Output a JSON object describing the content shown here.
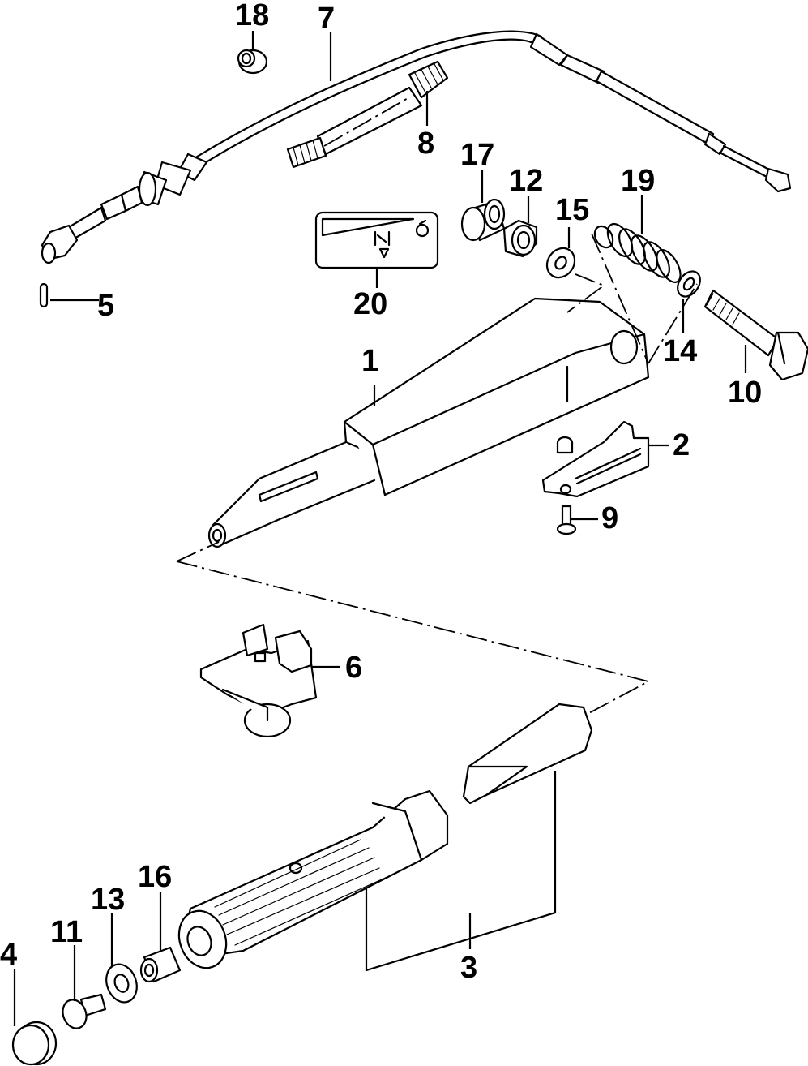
{
  "diagram": {
    "parts": [
      {
        "id": "p1",
        "number": "1"
      },
      {
        "id": "p2",
        "number": "2"
      },
      {
        "id": "p3",
        "number": "3"
      },
      {
        "id": "p4",
        "number": "4"
      },
      {
        "id": "p5",
        "number": "5"
      },
      {
        "id": "p6",
        "number": "6"
      },
      {
        "id": "p7",
        "number": "7"
      },
      {
        "id": "p8",
        "number": "8"
      },
      {
        "id": "p9",
        "number": "9"
      },
      {
        "id": "p10",
        "number": "10"
      },
      {
        "id": "p11",
        "number": "11"
      },
      {
        "id": "p12",
        "number": "12"
      },
      {
        "id": "p13",
        "number": "13"
      },
      {
        "id": "p14",
        "number": "14"
      },
      {
        "id": "p15",
        "number": "15"
      },
      {
        "id": "p16",
        "number": "16"
      },
      {
        "id": "p17",
        "number": "17"
      },
      {
        "id": "p18",
        "number": "18"
      },
      {
        "id": "p19",
        "number": "19"
      },
      {
        "id": "p20",
        "number": "20"
      }
    ],
    "line_color": "#000000",
    "background": "#ffffff"
  }
}
